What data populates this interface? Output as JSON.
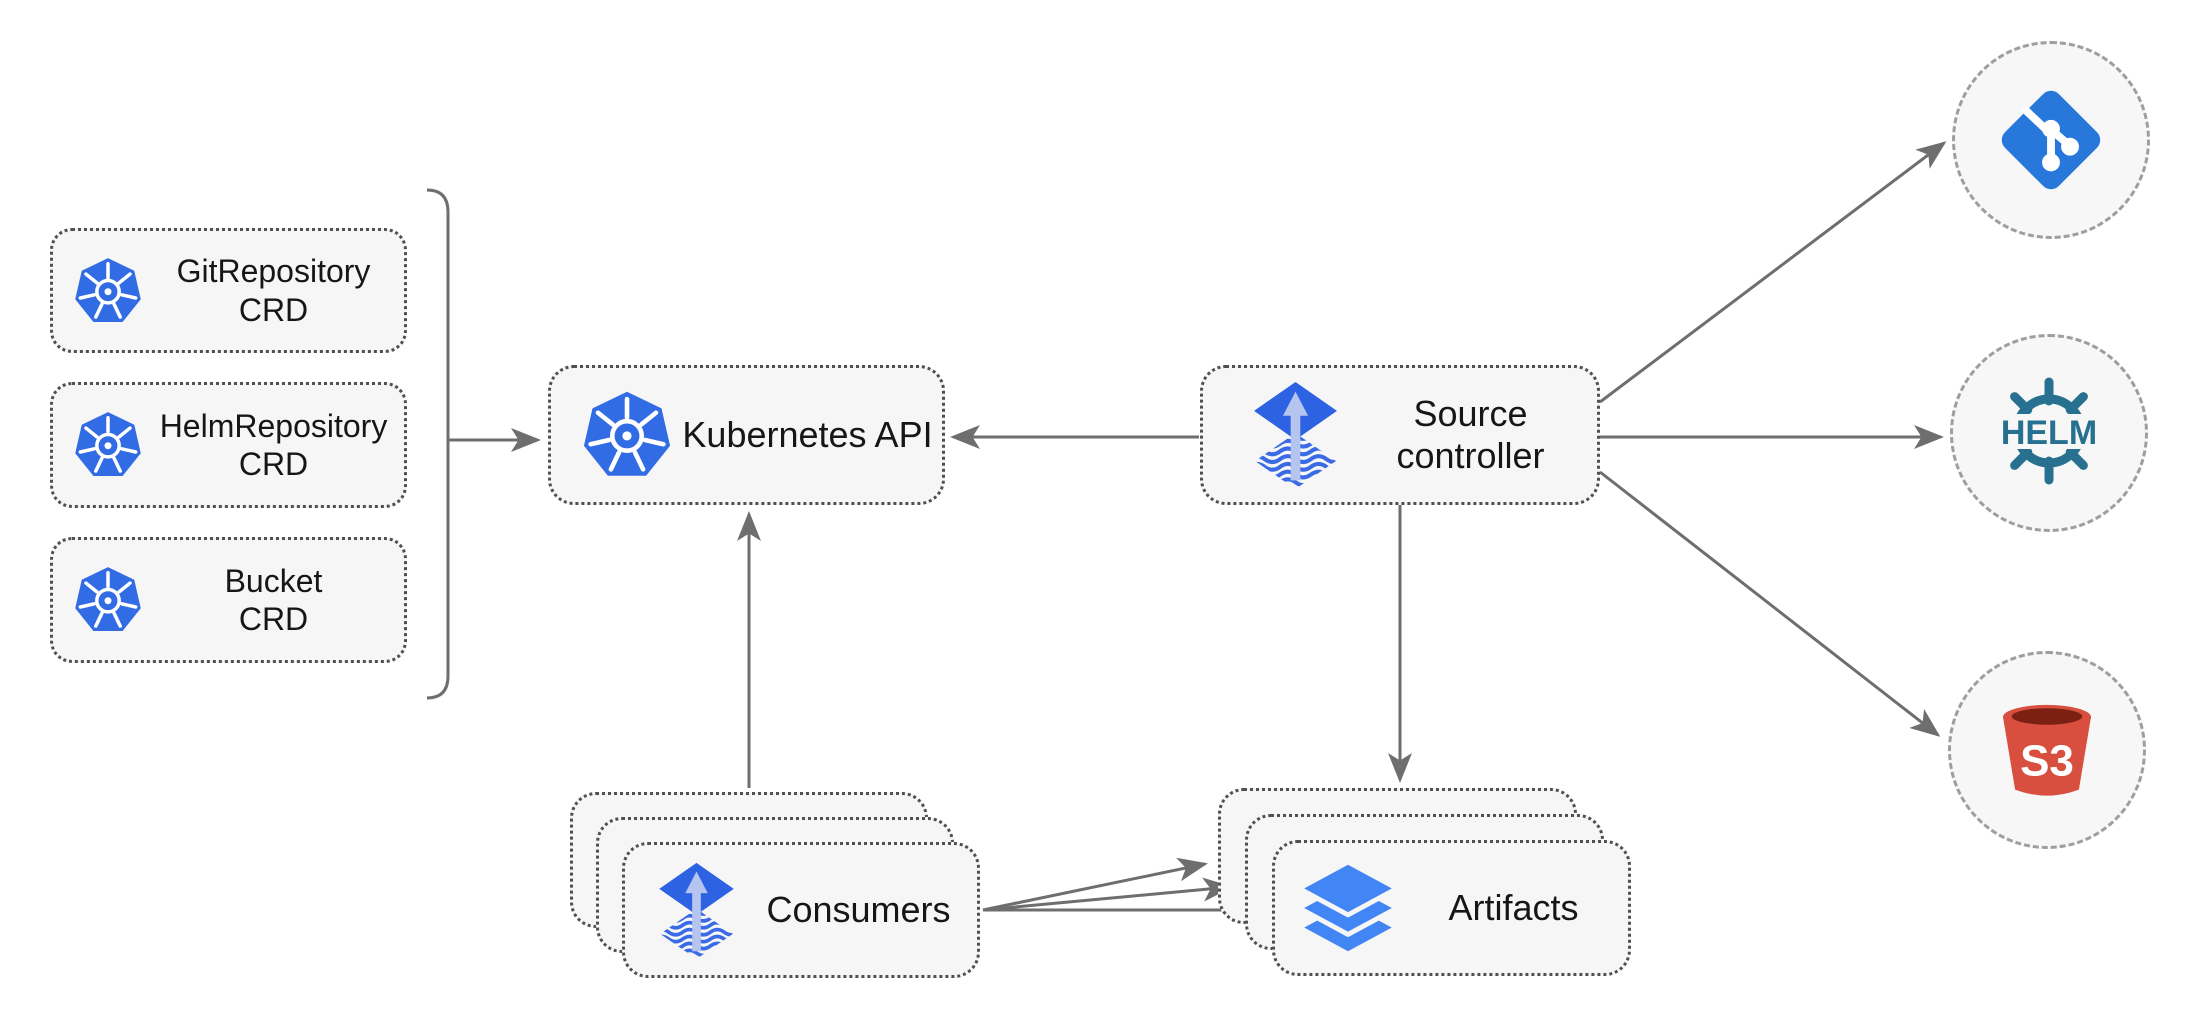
{
  "diagram": {
    "crds": [
      {
        "line1": "GitRepository",
        "line2": "CRD"
      },
      {
        "line1": "HelmRepository",
        "line2": "CRD"
      },
      {
        "line1": "Bucket",
        "line2": "CRD"
      }
    ],
    "kubernetes_api": {
      "label": "Kubernetes API"
    },
    "source_controller": {
      "line1": "Source",
      "line2": "controller"
    },
    "consumers": {
      "label": "Consumers",
      "stack_count": 3
    },
    "artifacts": {
      "label": "Artifacts",
      "stack_count": 3
    },
    "endpoints": {
      "git": {
        "icon": "git-icon"
      },
      "helm": {
        "label": "HELM",
        "icon": "helm-icon"
      },
      "s3": {
        "label": "S3",
        "icon": "s3-bucket-icon"
      }
    },
    "edges": [
      {
        "from": "crd-group",
        "to": "kubernetes-api"
      },
      {
        "from": "source-controller",
        "to": "kubernetes-api"
      },
      {
        "from": "consumers",
        "to": "kubernetes-api"
      },
      {
        "from": "source-controller",
        "to": "git"
      },
      {
        "from": "source-controller",
        "to": "helm"
      },
      {
        "from": "source-controller",
        "to": "s3"
      },
      {
        "from": "source-controller",
        "to": "artifacts"
      },
      {
        "from": "consumers",
        "to": "artifacts",
        "arrow_count": 3
      }
    ],
    "colors": {
      "kubernetes_blue": "#326ce5",
      "flux_diamond_blue": "#2d63e3",
      "flux_wave_blue": "#3a6ae6",
      "flux_arrow_lavender": "#b6c4f0",
      "layers_blue": "#4286f5",
      "git_blue": "#2878dc",
      "helm_teal": "#27708f",
      "s3_red": "#d94f3f",
      "s3_dark_red": "#7c2014",
      "arrow_gray": "#6e6e6e",
      "box_fill": "#f6f6f6",
      "box_border": "#4f4f4f",
      "circle_border": "#9e9e9e",
      "text": "#161616"
    }
  }
}
